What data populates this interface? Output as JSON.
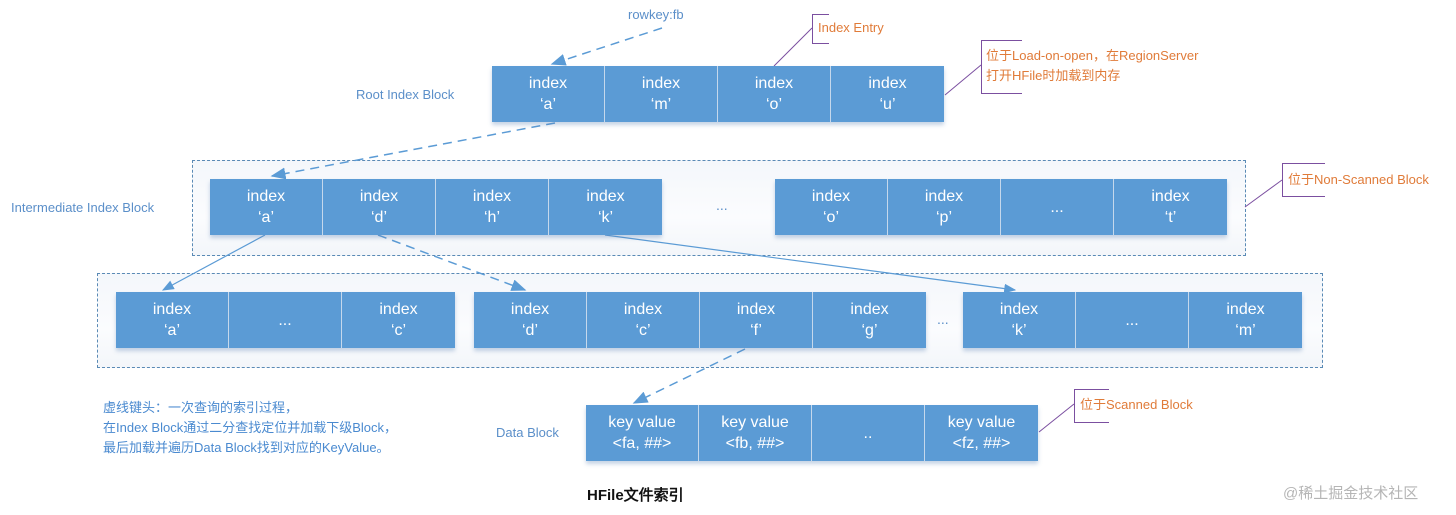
{
  "labels": {
    "rowkey": "rowkey:fb",
    "root_index_block": "Root Index Block",
    "intermediate_index_block": "Intermediate Index Block",
    "data_block": "Data Block"
  },
  "notes": {
    "index_entry": "Index Entry",
    "load_on_open_line1": "位于Load-on-open，在RegionServer",
    "load_on_open_line2": "打开HFile时加载到内存",
    "non_scanned": "位于Non-Scanned Block",
    "scanned": "位于Scanned Block"
  },
  "root_index": [
    {
      "l1": "index",
      "l2": "‘a’"
    },
    {
      "l1": "index",
      "l2": "‘m’"
    },
    {
      "l1": "index",
      "l2": "‘o’"
    },
    {
      "l1": "index",
      "l2": "‘u’"
    }
  ],
  "intermediate_left": [
    {
      "l1": "index",
      "l2": "‘a’"
    },
    {
      "l1": "index",
      "l2": "‘d’"
    },
    {
      "l1": "index",
      "l2": "‘h’"
    },
    {
      "l1": "index",
      "l2": "‘k’"
    }
  ],
  "intermediate_gap": "...",
  "intermediate_right": [
    {
      "l1": "index",
      "l2": "‘o’"
    },
    {
      "l1": "index",
      "l2": "‘p’"
    },
    {
      "l1": "",
      "l2": "..."
    },
    {
      "l1": "index",
      "l2": "‘t’"
    }
  ],
  "leaf_group1": [
    {
      "l1": "index",
      "l2": "‘a’"
    },
    {
      "l1": "",
      "l2": "..."
    },
    {
      "l1": "index",
      "l2": "‘c’"
    }
  ],
  "leaf_group2": [
    {
      "l1": "index",
      "l2": "‘d’"
    },
    {
      "l1": "index",
      "l2": "‘c’"
    },
    {
      "l1": "index",
      "l2": "‘f’"
    },
    {
      "l1": "index",
      "l2": "‘g’"
    }
  ],
  "leaf_gap": "...",
  "leaf_group3": [
    {
      "l1": "index",
      "l2": "‘k’"
    },
    {
      "l1": "",
      "l2": "..."
    },
    {
      "l1": "index",
      "l2": "‘m’"
    }
  ],
  "data_block": [
    {
      "l1": "key value",
      "l2": "<fa, ##>"
    },
    {
      "l1": "key value",
      "l2": "<fb, ##>"
    },
    {
      "l1": "",
      "l2": ".."
    },
    {
      "l1": "key value",
      "l2": "<fz, ##>"
    }
  ],
  "description": {
    "line1": "虚线键头：一次查询的索引过程，",
    "line2": "在Index Block通过二分查找定位并加载下级Block，",
    "line3": "最后加载并遍历Data Block找到对应的KeyValue。"
  },
  "caption": "HFile文件索引",
  "watermark": "@稀土掘金技术社区",
  "colors": {
    "cell_fill": "#5b9bd5",
    "label_blue": "#5b8fc9",
    "note_orange": "#e07b39",
    "bracket_purple": "#7b4fa0"
  }
}
